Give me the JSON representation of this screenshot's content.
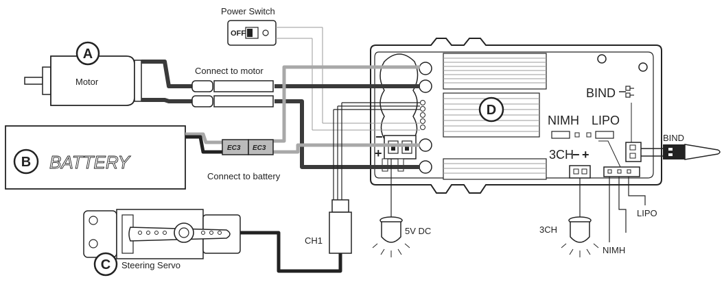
{
  "labels": {
    "power_switch": "Power Switch",
    "switch_off": "OFF",
    "connect_motor": "Connect to motor",
    "motor": "Motor",
    "battery": "BATTERY",
    "connect_battery": "Connect to battery",
    "ec3_left": "EC3",
    "ec3_right": "EC3",
    "steering_servo": "Steering Servo",
    "ch1": "CH1",
    "five_v_dc": "5V DC",
    "bind_top": "BIND",
    "bind_antenna": "BIND",
    "nimh_top": "NIMH",
    "lipo_top": "LIPO",
    "three_ch_port": "3CH",
    "three_ch_led": "3CH",
    "nimh_bottom": "NIMH",
    "lipo_bottom": "LIPO",
    "minus": "−",
    "plus": "+"
  },
  "callouts": {
    "a": "A",
    "b": "B",
    "c": "C",
    "d": "D"
  },
  "colors": {
    "line": "#222222",
    "wire_dark": "#3a3a3a",
    "wire_gray": "#a8a8a8",
    "fin": "#c9c9c9",
    "panel": "#ffffff"
  }
}
